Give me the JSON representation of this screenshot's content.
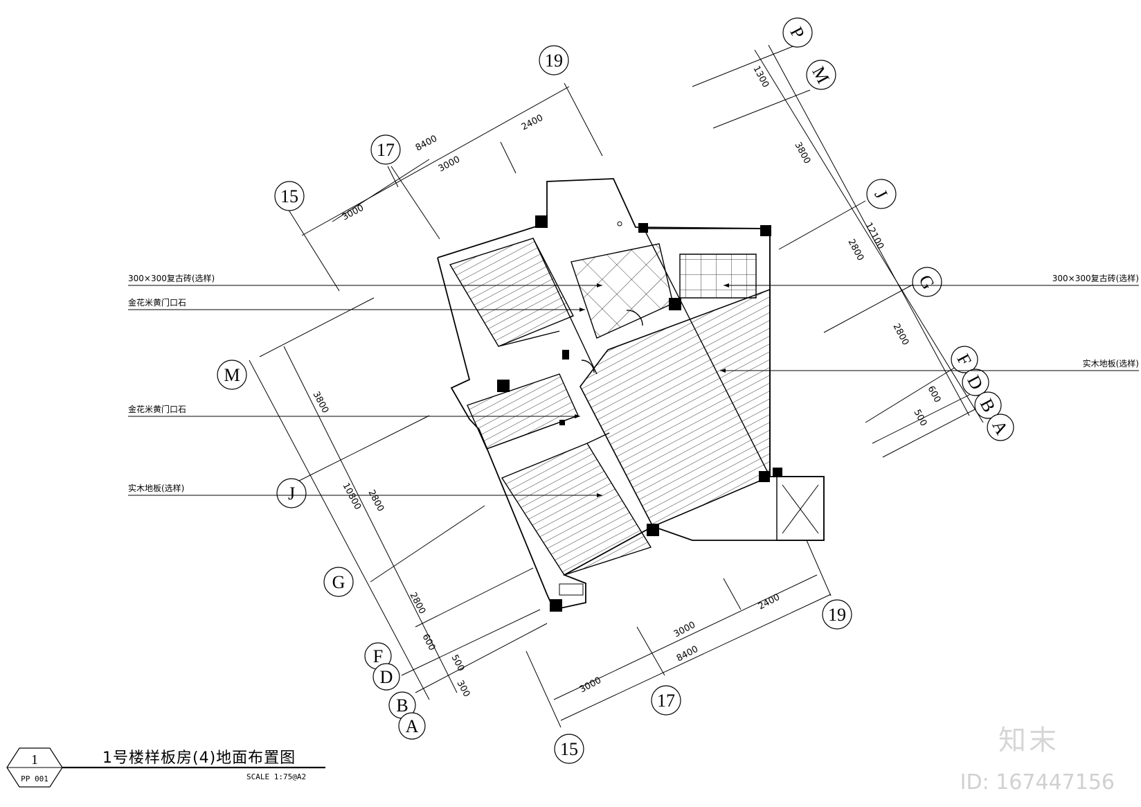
{
  "drawing": {
    "title": "1号楼样板房(4)地面布置图",
    "scale": "SCALE  1:75@A2",
    "drawing_number": "1",
    "sheet_code": "PP 001"
  },
  "axes": {
    "top_bubbles": [
      "19",
      "17",
      "15"
    ],
    "top_right_bubbles": [
      "P",
      "M",
      "J",
      "G",
      "F",
      "D",
      "B",
      "A"
    ],
    "left_bubbles": [
      "M",
      "J",
      "G",
      "F",
      "D",
      "B",
      "A"
    ],
    "bottom_bubbles": [
      "19",
      "17",
      "15"
    ]
  },
  "dimensions": {
    "top": {
      "total": "8400",
      "seg1": "3000",
      "seg2": "3000",
      "seg3": "2400"
    },
    "right": {
      "total": "12100",
      "seg1": "1300",
      "seg2": "3800",
      "seg3": "2800",
      "seg4": "2800",
      "seg5": "600",
      "seg6": "500"
    },
    "left": {
      "total": "10800",
      "seg1": "3800",
      "seg2": "2800",
      "seg3": "2800",
      "seg4": "600",
      "seg5": "500",
      "seg6": "300"
    },
    "bottom": {
      "total": "8400",
      "seg1": "3000",
      "seg2": "3000",
      "seg3": "2400"
    }
  },
  "notes": {
    "left": [
      "300×300复古砖(选样)",
      "金花米黄门口石",
      "金花米黄门口石",
      "实木地板(选样)"
    ],
    "right": [
      "300×300复古砖(选样)",
      "实木地板(选样)"
    ]
  },
  "watermark": {
    "logo": "知末",
    "id": "ID: 167447156"
  }
}
